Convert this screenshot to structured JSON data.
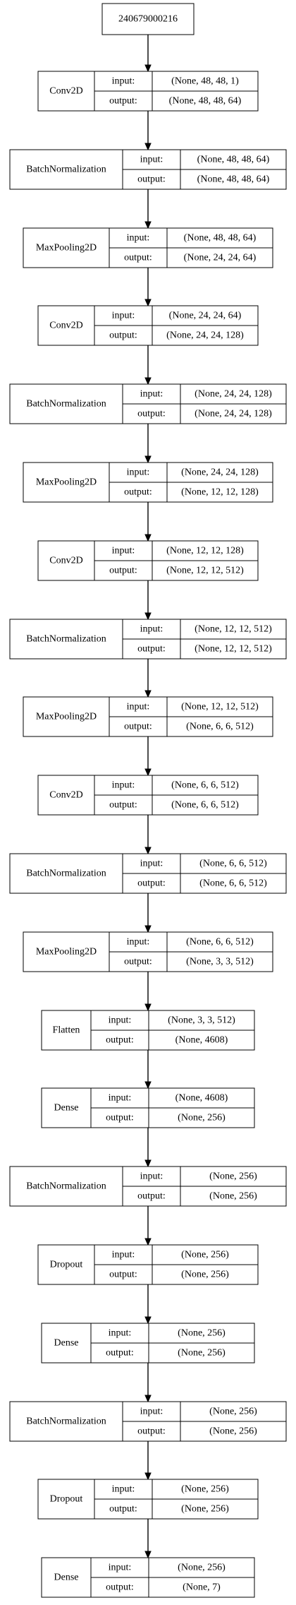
{
  "input_node": {
    "label": "240679000216"
  },
  "labels": {
    "input": "input:",
    "output": "output:"
  },
  "layers": [
    {
      "name": "Conv2D",
      "input": "(None, 48, 48, 1)",
      "output": "(None, 48, 48, 64)"
    },
    {
      "name": "BatchNormalization",
      "input": "(None, 48, 48, 64)",
      "output": "(None, 48, 48, 64)"
    },
    {
      "name": "MaxPooling2D",
      "input": "(None, 48, 48, 64)",
      "output": "(None, 24, 24, 64)"
    },
    {
      "name": "Conv2D",
      "input": "(None, 24, 24, 64)",
      "output": "(None, 24, 24, 128)"
    },
    {
      "name": "BatchNormalization",
      "input": "(None, 24, 24, 128)",
      "output": "(None, 24, 24, 128)"
    },
    {
      "name": "MaxPooling2D",
      "input": "(None, 24, 24, 128)",
      "output": "(None, 12, 12, 128)"
    },
    {
      "name": "Conv2D",
      "input": "(None, 12, 12, 128)",
      "output": "(None, 12, 12, 512)"
    },
    {
      "name": "BatchNormalization",
      "input": "(None, 12, 12, 512)",
      "output": "(None, 12, 12, 512)"
    },
    {
      "name": "MaxPooling2D",
      "input": "(None, 12, 12, 512)",
      "output": "(None, 6, 6, 512)"
    },
    {
      "name": "Conv2D",
      "input": "(None, 6, 6, 512)",
      "output": "(None, 6, 6, 512)"
    },
    {
      "name": "BatchNormalization",
      "input": "(None, 6, 6, 512)",
      "output": "(None, 6, 6, 512)"
    },
    {
      "name": "MaxPooling2D",
      "input": "(None, 6, 6, 512)",
      "output": "(None, 3, 3, 512)"
    },
    {
      "name": "Flatten",
      "input": "(None, 3, 3, 512)",
      "output": "(None, 4608)"
    },
    {
      "name": "Dense",
      "input": "(None, 4608)",
      "output": "(None, 256)"
    },
    {
      "name": "BatchNormalization",
      "input": "(None, 256)",
      "output": "(None, 256)"
    },
    {
      "name": "Dropout",
      "input": "(None, 256)",
      "output": "(None, 256)"
    },
    {
      "name": "Dense",
      "input": "(None, 256)",
      "output": "(None, 256)"
    },
    {
      "name": "BatchNormalization",
      "input": "(None, 256)",
      "output": "(None, 256)"
    },
    {
      "name": "Dropout",
      "input": "(None, 256)",
      "output": "(None, 256)"
    },
    {
      "name": "Dense",
      "input": "(None, 256)",
      "output": "(None, 7)"
    }
  ]
}
